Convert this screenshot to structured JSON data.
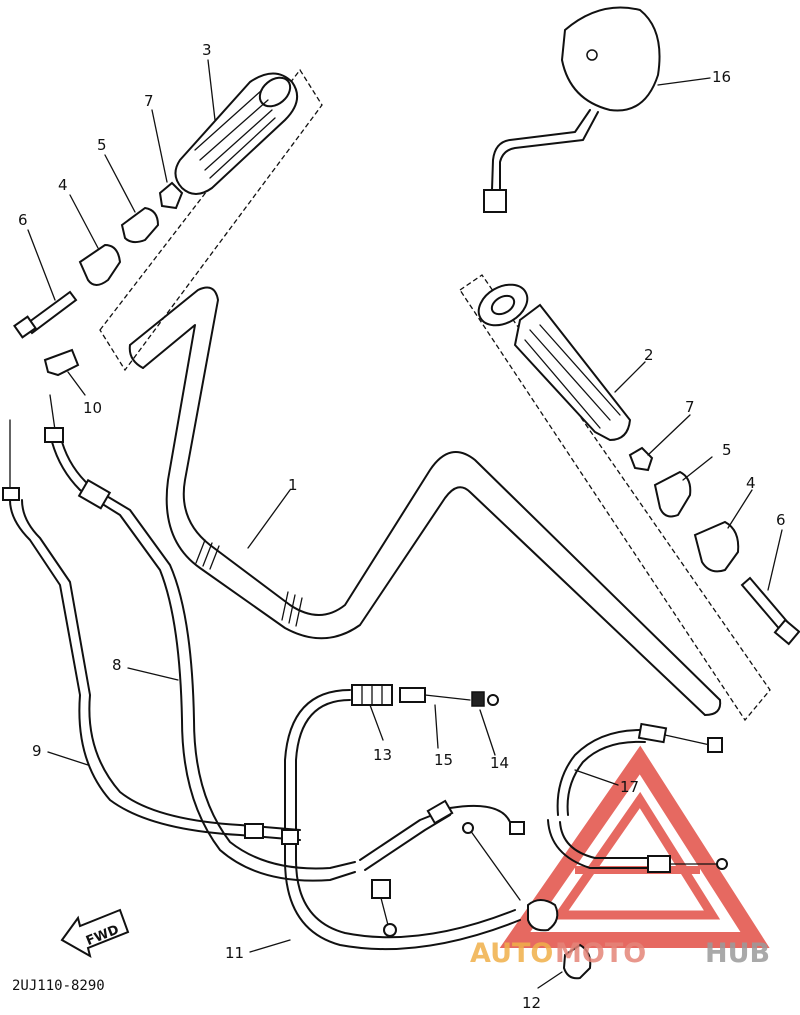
{
  "diagram": {
    "part_labels": [
      {
        "id": "p1",
        "text": "1"
      },
      {
        "id": "p2",
        "text": "2"
      },
      {
        "id": "p3",
        "text": "3"
      },
      {
        "id": "p4a",
        "text": "4"
      },
      {
        "id": "p4b",
        "text": "4"
      },
      {
        "id": "p5a",
        "text": "5"
      },
      {
        "id": "p5b",
        "text": "5"
      },
      {
        "id": "p6a",
        "text": "6"
      },
      {
        "id": "p6b",
        "text": "6"
      },
      {
        "id": "p7a",
        "text": "7"
      },
      {
        "id": "p7b",
        "text": "7"
      },
      {
        "id": "p8",
        "text": "8"
      },
      {
        "id": "p9",
        "text": "9"
      },
      {
        "id": "p10",
        "text": "10"
      },
      {
        "id": "p11",
        "text": "11"
      },
      {
        "id": "p12",
        "text": "12"
      },
      {
        "id": "p13",
        "text": "13"
      },
      {
        "id": "p14",
        "text": "14"
      },
      {
        "id": "p15",
        "text": "15"
      },
      {
        "id": "p16",
        "text": "16"
      },
      {
        "id": "p17",
        "text": "17"
      }
    ],
    "fwd_label": "FWD",
    "diagram_code": "2UJ110-8290",
    "watermark": {
      "part1": "AUTO",
      "part2": "MOTO",
      "part3": "HUB",
      "color_auto": "#f0b04a",
      "color_moto": "#e58579",
      "color_hub": "#9b9b9b",
      "triangle_color": "#e0443a"
    }
  }
}
